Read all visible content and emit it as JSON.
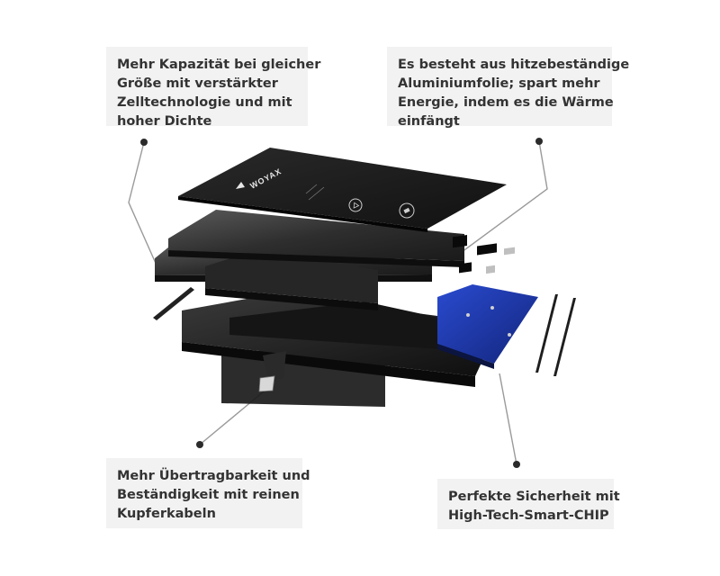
{
  "callouts": {
    "top_left": {
      "lines": [
        "Mehr Kapazität bei gleicher",
        "Größe mit verstärkter",
        "Zelltechnologie und mit",
        "hoher Dichte"
      ]
    },
    "top_right": {
      "lines": [
        "Es besteht aus hitzebeständige",
        "Aluminiumfolie; spart mehr",
        "Energie, indem es die Wärme",
        "einfängt"
      ]
    },
    "bottom_left": {
      "lines": [
        "Mehr Übertragbarkeit und",
        "Beständigkeit mit reinen",
        "Kupferkabeln"
      ]
    },
    "bottom_right": {
      "lines": [
        "Perfekte Sicherheit mit",
        "High-Tech-Smart-CHIP"
      ]
    }
  },
  "battery": {
    "brand_logo": "WOYAX"
  },
  "colors": {
    "callout_bg": "#f2f2f2",
    "callout_text": "#333333",
    "leader_line": "#999999",
    "dot": "#2b2b2b",
    "layer_dark": "#1c1c1c",
    "pcb_blue": "#1f3aa8"
  }
}
